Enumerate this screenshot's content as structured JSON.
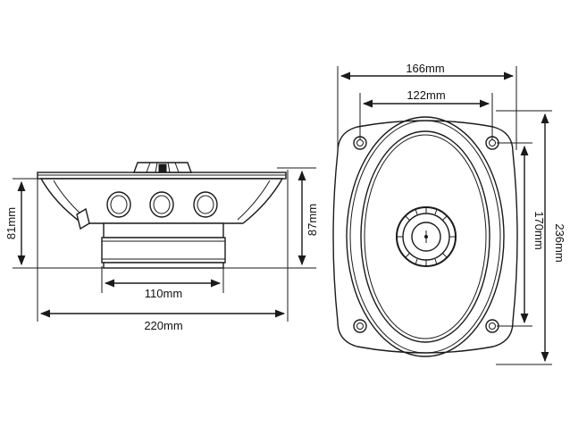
{
  "side_view": {
    "overall_depth": "220mm",
    "magnet_width": "110mm",
    "mounting_depth": "81mm",
    "total_height": "87mm"
  },
  "front_view": {
    "outer_width": "166mm",
    "hole_spacing_x": "122mm",
    "hole_spacing_y": "170mm",
    "outer_height": "236mm"
  },
  "colors": {
    "line": "#1a1a1a",
    "background": "#ffffff"
  }
}
